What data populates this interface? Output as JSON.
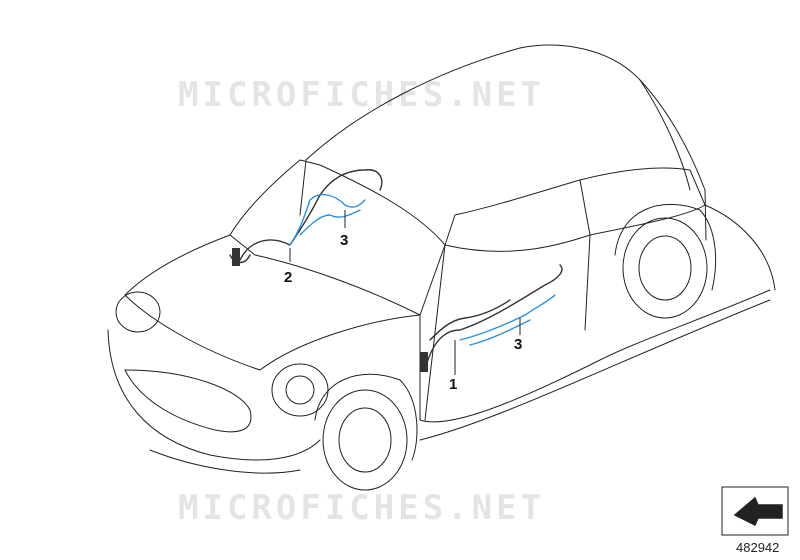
{
  "watermark": {
    "text": "MICROFICHES.NET"
  },
  "callouts": [
    "1",
    "2",
    "3",
    "3"
  ],
  "reference_number": "482942",
  "colors": {
    "outline": "#222222",
    "wire_blue": "#2f8fd8",
    "wire_dark": "#333333",
    "watermark": "#e4e4e4"
  },
  "icons": {
    "corner": "arrow-symbol-icon"
  }
}
